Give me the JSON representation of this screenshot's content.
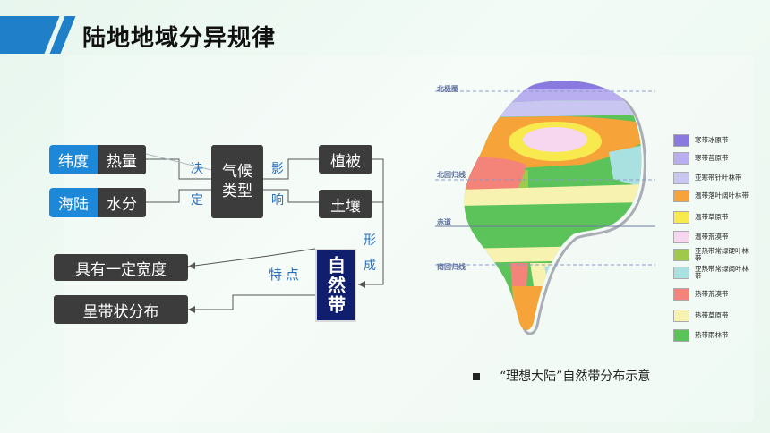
{
  "header": {
    "title": "陆地地域分异规律"
  },
  "flow": {
    "latitude": "纬度",
    "heat": "热量",
    "sea_land": "海陆",
    "water": "水分",
    "climate": "气候\n类型",
    "vegetation": "植被",
    "soil": "土壤",
    "determine": [
      "决",
      "定"
    ],
    "influence": [
      "影",
      "响"
    ],
    "form": [
      "形",
      "成"
    ],
    "feature": "特点",
    "natural_zone": "自然带",
    "width": "具有一定宽度",
    "banded": "呈带状分布"
  },
  "map": {
    "lines": [
      "北极圈",
      "北回归线",
      "赤道",
      "南回归线"
    ],
    "caption": "“理想大陆”自然带分布示意"
  },
  "legend": [
    {
      "label": "寒带冰原带",
      "color": "#8a7ae0"
    },
    {
      "label": "寒带苔原带",
      "color": "#b9aef0"
    },
    {
      "label": "亚寒带针叶林带",
      "color": "#c9c6f2"
    },
    {
      "label": "温带落叶阔叶林带",
      "color": "#f6a33a"
    },
    {
      "label": "温带草原带",
      "color": "#f7e94e"
    },
    {
      "label": "温带荒漠带",
      "color": "#f7d6f0"
    },
    {
      "label": "亚热带常绿硬叶林带",
      "color": "#9ec94a"
    },
    {
      "label": "亚热带常绿阔叶林带",
      "color": "#a9e0e0"
    },
    {
      "label": "热带荒漠带",
      "color": "#f4837a"
    },
    {
      "label": "热带草原带",
      "color": "#f8f2b0"
    },
    {
      "label": "热带雨林带",
      "color": "#5cc35a"
    }
  ]
}
